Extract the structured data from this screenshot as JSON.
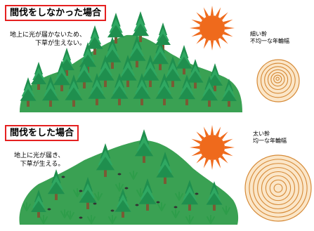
{
  "colors": {
    "title_border": "#e52020",
    "hill": "#3aa153",
    "tree_dark": "#1f8f4e",
    "tree_light": "#2fa862",
    "trunk": "#7a5a34",
    "sun_body": "#ef6a1c",
    "sun_ray": "#ef6a1c",
    "ring_fill": "#fbe6c8",
    "ring_line": "#d68a37",
    "grass": "#2e9d4a",
    "ground_dot": "#333333"
  },
  "sections": [
    {
      "id": "no-thinning",
      "title": "間伐をしなかった場合",
      "caption": [
        "地上に光が届かないため、",
        "下草が生えない。"
      ],
      "ring_caption": [
        "細い幹",
        "不均一な年輪幅"
      ],
      "ring_style": "uneven-narrow",
      "undergrowth": "none"
    },
    {
      "id": "thinning",
      "title": "間伐をした場合",
      "caption": [
        "地上に光が届き、",
        "下草が生える。"
      ],
      "ring_caption": [
        "太い幹",
        "均一な年輪幅"
      ],
      "ring_style": "even-wide",
      "undergrowth": "grass"
    }
  ]
}
